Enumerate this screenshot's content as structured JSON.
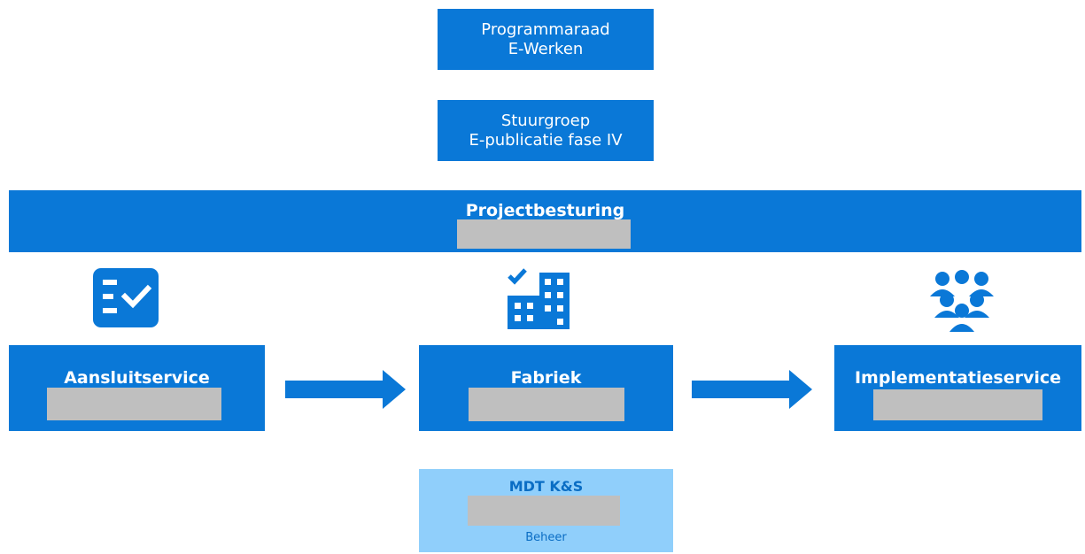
{
  "header_boxes": [
    {
      "line1": "Programmaraad",
      "line2": "E-Werken"
    },
    {
      "line1": "Stuurgroep",
      "line2": "E-publicatie fase IV"
    }
  ],
  "banner": {
    "title": "Projectbesturing"
  },
  "process": [
    {
      "title": "Aansluitservice",
      "icon": "checklist-icon"
    },
    {
      "title": "Fabriek",
      "icon": "building-check-icon"
    },
    {
      "title": "Implementatieservice",
      "icon": "people-group-icon"
    }
  ],
  "mdt": {
    "title": "MDT K&S",
    "subtitle": "Beheer"
  },
  "colors": {
    "primary": "#0a78d7",
    "light": "#90cffb",
    "redaction": "#bfbfbf"
  }
}
